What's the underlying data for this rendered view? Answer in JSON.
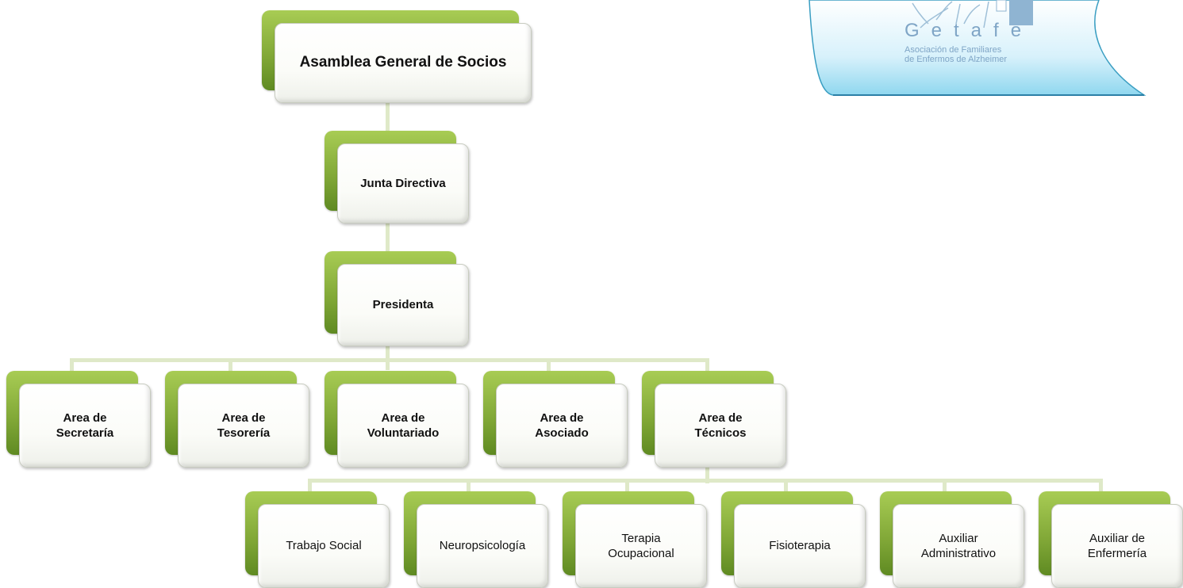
{
  "logo": {
    "name": "Getafe",
    "line1": "Asociación de Familiares",
    "line2": "de Enfermos de Alzheimer"
  },
  "org": {
    "asamblea": "Asamblea General de Socios",
    "junta": "Junta Directiva",
    "presidenta": "Presidenta",
    "areas": [
      "Area de\nSecretaría",
      "Area de\nTesorería",
      "Area de\nVoluntariado",
      "Area de\nAsociado",
      "Area de\nTécnicos"
    ],
    "tecnicos": [
      "Trabajo Social",
      "Neuropsicología",
      "Terapia\nOcupacional",
      "Fisioterapia",
      "Auxiliar\nAdministrativo",
      "Auxiliar de\nEnfermería"
    ]
  }
}
